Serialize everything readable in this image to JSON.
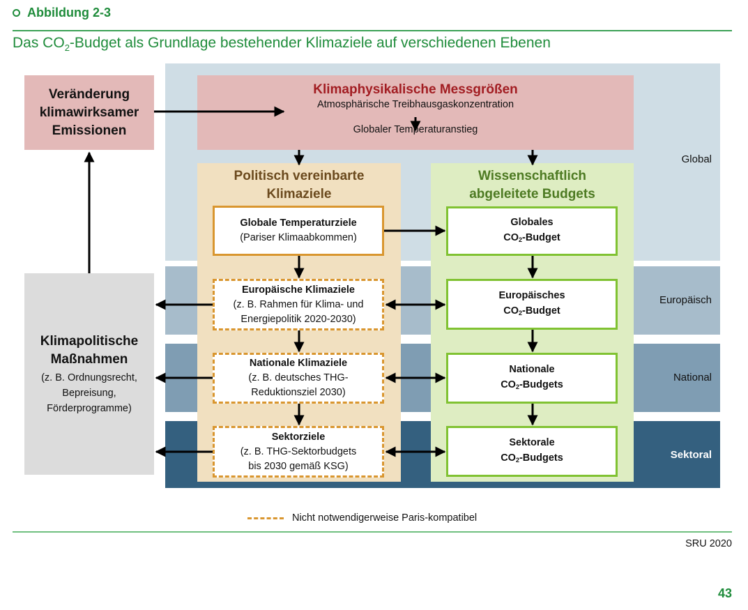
{
  "figure": {
    "label": "Abbildung 2-3",
    "title_prefix": "Das CO",
    "title_sub": "2",
    "title_suffix": "-Budget als Grundlage bestehender Klimaziele auf verschiedenen Ebenen"
  },
  "levels": {
    "global": "Global",
    "europaeisch": "Europäisch",
    "national": "National",
    "sektoral": "Sektoral"
  },
  "emissions_box": {
    "lines": [
      "Veränderung",
      "klimawirksamer",
      "Emissionen"
    ]
  },
  "klimaphys_box": {
    "title": "Klimaphysikalische Messgrößen",
    "line1": "Atmosphärische Treibhausgaskonzentration",
    "line2": "Globaler Temperaturanstieg"
  },
  "measures_box": {
    "title_lines": [
      "Klimapolitische",
      "Maßnahmen"
    ],
    "sub_lines": [
      "(z. B. Ordnungsrecht,",
      "Bepreisung,",
      "Förderprogramme)"
    ]
  },
  "political_column": {
    "title_lines": [
      "Politisch vereinbarte",
      "Klimaziele"
    ],
    "boxes": [
      {
        "title": "Globale Temperaturziele",
        "lines": [
          "(Pariser Klimaabkommen)"
        ]
      },
      {
        "title": "Europäische Klimaziele",
        "lines": [
          "(z. B. Rahmen für Klima- und",
          "Energiepolitik 2020-2030)"
        ]
      },
      {
        "title": "Nationale Klimaziele",
        "lines": [
          "(z. B. deutsches THG-",
          "Reduktionsziel 2030)"
        ]
      },
      {
        "title": "Sektorziele",
        "lines": [
          "(z. B. THG-Sektorbudgets",
          "bis 2030 gemäß KSG)"
        ]
      }
    ]
  },
  "science_column": {
    "title_lines": [
      "Wissenschaftlich",
      "abgeleitete Budgets"
    ],
    "boxes": [
      {
        "line1": "Globales",
        "co2_prefix": "CO",
        "co2_sub": "2",
        "co2_suffix": "-Budget"
      },
      {
        "line1": "Europäisches",
        "co2_prefix": "CO",
        "co2_sub": "2",
        "co2_suffix": "-Budget"
      },
      {
        "line1": "Nationale",
        "co2_prefix": "CO",
        "co2_sub": "2",
        "co2_suffix": "-Budgets"
      },
      {
        "line1": "Sektorale",
        "co2_prefix": "CO",
        "co2_sub": "2",
        "co2_suffix": "-Budgets"
      }
    ]
  },
  "legend": {
    "dashed_orange": "Nicht notwendigerweise Paris-kompatibel"
  },
  "source": "SRU 2020",
  "page_number": "43",
  "colors": {
    "brand_green": "#1f8c3b",
    "political_orange": "#d9962f",
    "science_green": "#80c232",
    "emission_red": "#a21d22"
  }
}
